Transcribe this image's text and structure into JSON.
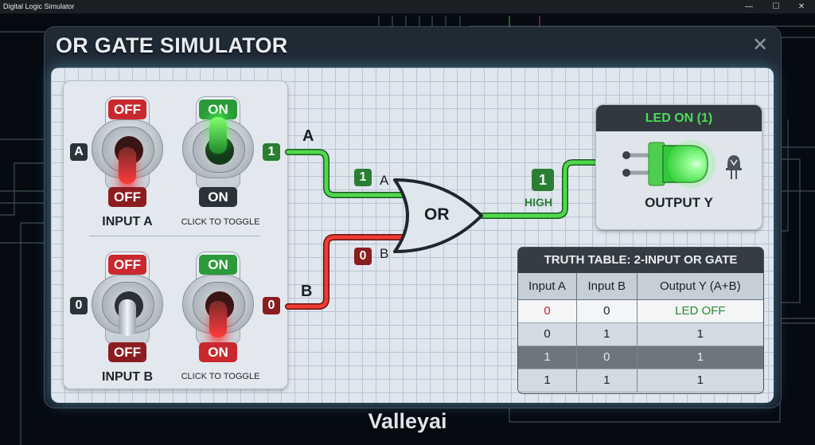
{
  "window": {
    "title": "Digital Logic Simulator",
    "controls": {
      "minimize": "—",
      "maximize": "☐",
      "close": "✕"
    }
  },
  "app": {
    "title": "OR GATE SIMULATOR",
    "close_icon": "✕",
    "brand": "Valleyai"
  },
  "inputs": {
    "a": {
      "side_label": "A",
      "name": "INPUT A",
      "toggle_hint": "CLICK TO TOGGLE",
      "switch_left": {
        "top_label": "OFF",
        "bottom_label": "OFF",
        "state": "off"
      },
      "switch_right": {
        "top_label": "ON",
        "bottom_label": "ON",
        "state": "on"
      },
      "value": "1"
    },
    "b": {
      "side_label": "0",
      "name": "INPUT B",
      "toggle_hint": "CLICK TO TOGGLE",
      "switch_left": {
        "top_label": "OFF",
        "bottom_label": "OFF",
        "state": "off"
      },
      "switch_right": {
        "top_label": "ON",
        "bottom_label": "ON",
        "state": "off"
      },
      "value": "0"
    }
  },
  "circuit": {
    "wire_a_label": "A",
    "wire_b_label": "B",
    "gate_in_a": {
      "value": "1",
      "pin": "A"
    },
    "gate_in_b": {
      "value": "0",
      "pin": "B"
    },
    "gate_label": "OR",
    "output": {
      "value": "1",
      "state": "HIGH"
    },
    "colors": {
      "high": "#3ecf3e",
      "low": "#e23a32",
      "gate_stroke": "#1f262d"
    }
  },
  "led": {
    "header": "LED ON (1)",
    "label": "OUTPUT Y",
    "color": "#44e04a",
    "icon": "led-symbol-icon"
  },
  "truth_table": {
    "title": "TRUTH TABLE: 2-INPUT OR GATE",
    "columns": [
      "Input A",
      "Input B",
      "Output Y (A+B)"
    ],
    "rows": [
      [
        "0",
        "0",
        "LED OFF"
      ],
      [
        "0",
        "1",
        "1"
      ],
      [
        "1",
        "0",
        "1"
      ],
      [
        "1",
        "1",
        "1"
      ]
    ],
    "highlighted_row": 2
  }
}
